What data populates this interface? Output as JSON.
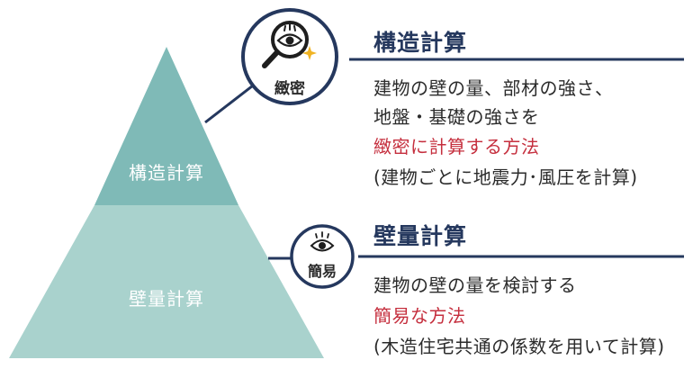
{
  "colors": {
    "navy": "#25385e",
    "accent_red": "#c52f3e",
    "pyramid_top": "#7fbab7",
    "pyramid_bottom": "#a9d2cd",
    "sparkle": "#f0b323"
  },
  "pyramid": {
    "top_label": "構造計算",
    "bottom_label": "壁量計算"
  },
  "structural": {
    "heading": "構造計算",
    "badge": "緻密",
    "badge_icon": "magnifier-eye-icon",
    "line1": "建物の壁の量、部材の強さ、",
    "line2": "地盤・基礎の強さを",
    "line3_red": "緻密に計算する方法",
    "line4": "(建物ごとに地震力･風圧を計算)"
  },
  "wall": {
    "heading": "壁量計算",
    "badge": "簡易",
    "badge_icon": "eye-icon",
    "line1": "建物の壁の量を検討する",
    "line2_red": "簡易な方法",
    "line3": "(木造住宅共通の係数を用いて計算)"
  }
}
